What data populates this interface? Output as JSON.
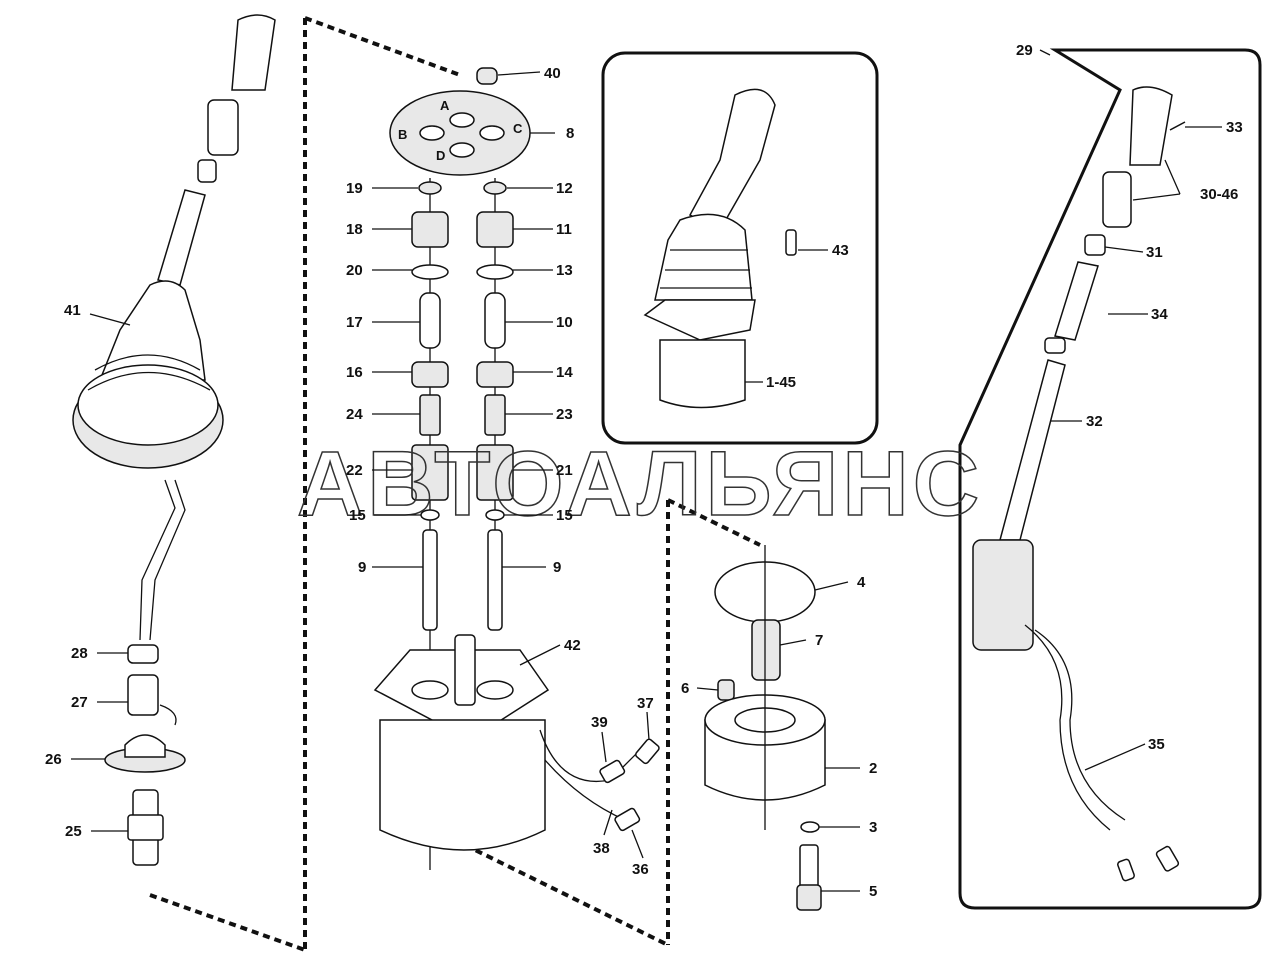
{
  "watermark": "АВТОАЛЬЯНС",
  "port_letters": {
    "a": "A",
    "b": "B",
    "c": "C",
    "d": "D"
  },
  "callouts": {
    "c40": "40",
    "c8": "8",
    "c19": "19",
    "c12": "12",
    "c18": "18",
    "c11": "11",
    "c20": "20",
    "c13": "13",
    "c17": "17",
    "c10": "10",
    "c16": "16",
    "c14": "14",
    "c24": "24",
    "c23": "23",
    "c22": "22",
    "c21": "21",
    "c15a": "15",
    "c15b": "15",
    "c9a": "9",
    "c9b": "9",
    "c42": "42",
    "c4": "4",
    "c7": "7",
    "c6": "6",
    "c2": "2",
    "c3": "3",
    "c5": "5",
    "c37": "37",
    "c39": "39",
    "c38": "38",
    "c36": "36",
    "c41": "41",
    "c28": "28",
    "c27": "27",
    "c26": "26",
    "c25": "25",
    "c43": "43",
    "c1_45": "1-45",
    "c29": "29",
    "c33": "33",
    "c30_46": "30-46",
    "c31": "31",
    "c34": "34",
    "c32": "32",
    "c35": "35"
  }
}
